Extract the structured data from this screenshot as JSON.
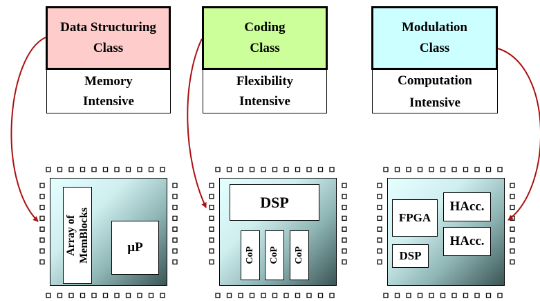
{
  "classes": [
    {
      "name": "Data Structuring\nClass",
      "intensity": [
        "Memory",
        "Intensive"
      ],
      "color": "#ffcccc"
    },
    {
      "name": "Coding\nClass",
      "intensity": [
        "Flexibility",
        "Intensive"
      ],
      "color": "#ccff99"
    },
    {
      "name": "Modulation\nClass",
      "intensity": [
        "Computation",
        "Intensive"
      ],
      "color": "#ccffff"
    }
  ],
  "chips": {
    "memory": {
      "array_label": "Array of\nMemBlocks",
      "up_label": "µP"
    },
    "coding": {
      "dsp_label": "DSP",
      "cop_labels": [
        "CoP",
        "CoP",
        "CoP"
      ]
    },
    "computation": {
      "fpga_label": "FPGA",
      "hacc_labels": [
        "HAcc.",
        "HAcc."
      ],
      "dsp_label": "DSP"
    }
  },
  "colors": {
    "arrow": "#aa1111",
    "chip_light": "#e6ffff",
    "chip_dark": "#3b5555"
  }
}
